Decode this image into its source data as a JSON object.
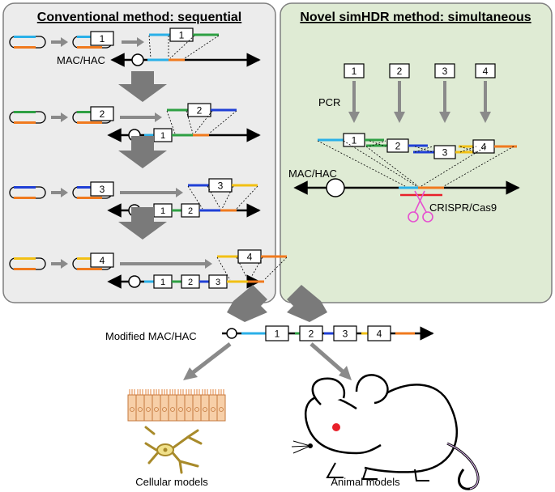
{
  "left_panel": {
    "title": "Conventional method: sequential",
    "mac_hac_label": "MAC/HAC",
    "bg_color": "#ececec"
  },
  "right_panel": {
    "title": "Novel simHDR method: simultaneous",
    "pcr_label": "PCR",
    "mac_hac_label": "MAC/HAC",
    "crispr_label": "CRISPR/Cas9",
    "bg_color": "#dfebd4"
  },
  "fragments": [
    "1",
    "2",
    "3",
    "4"
  ],
  "result": {
    "modified_label": "Modified MAC/HAC",
    "cellular_label": "Cellular models",
    "animal_label": "Animal models"
  },
  "colors": {
    "cyan": "#2ab0e8",
    "green": "#2ea043",
    "blue": "#1f3fd6",
    "yellow": "#f2c014",
    "orange": "#f07a1e",
    "arrow_gray": "#8a8a8a",
    "scissors": "#e64fd0",
    "red": "#e8202a"
  }
}
